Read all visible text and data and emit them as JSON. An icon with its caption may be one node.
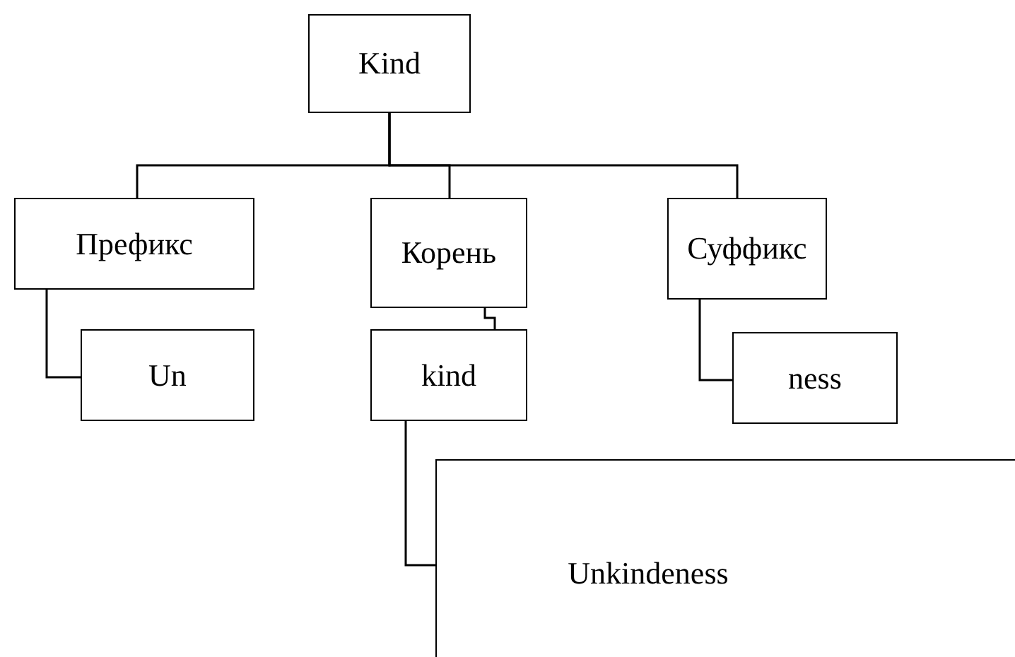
{
  "diagram": {
    "nodes": [
      {
        "text": [
          "Kind"
        ]
      },
      {
        "text": [
          "Префикс"
        ]
      },
      {
        "text": [
          "Корень"
        ]
      },
      {
        "text": [
          "Суффикс"
        ]
      },
      {
        "text": [
          "Un"
        ]
      },
      {
        "text": [
          "kind"
        ]
      },
      {
        "text": [
          "ness"
        ]
      },
      {
        "text": [
          "Unkindeness"
        ]
      }
    ],
    "edges": [
      {
        "from": 0,
        "to": 1,
        "arrow": "none"
      },
      {
        "from": 0,
        "to": 2,
        "arrow": "none"
      },
      {
        "from": 0,
        "to": 3,
        "arrow": "none"
      },
      {
        "from": 1,
        "to": 4,
        "arrow": "none"
      },
      {
        "from": 2,
        "to": 5,
        "arrow": "none"
      },
      {
        "from": 3,
        "to": 6,
        "arrow": "none"
      },
      {
        "from": 5,
        "to": 7,
        "arrow": "none"
      }
    ]
  }
}
